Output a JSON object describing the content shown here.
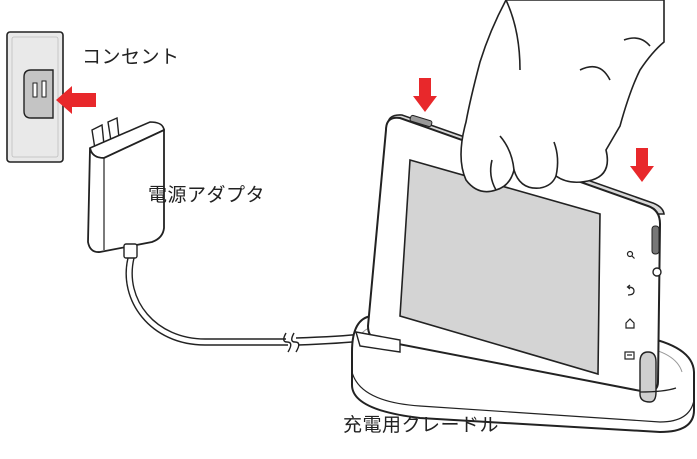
{
  "labels": {
    "outlet": "コンセント",
    "adapter": "電源アダプタ",
    "cradle": "充電用クレードル"
  },
  "colors": {
    "arrow": "#e8282b",
    "line": "#222222",
    "wall_plate": "#e9e9e9",
    "socket": "#bdbdbd",
    "screen": "#d4d4d4",
    "body": "#ffffff"
  },
  "icons": {
    "plug_in_arrow": "arrow-left-icon",
    "press_down_arrows": "arrow-down-icon",
    "search_key": "search-icon",
    "back_key": "back-icon",
    "home_key": "home-icon",
    "menu_key": "menu-icon"
  }
}
